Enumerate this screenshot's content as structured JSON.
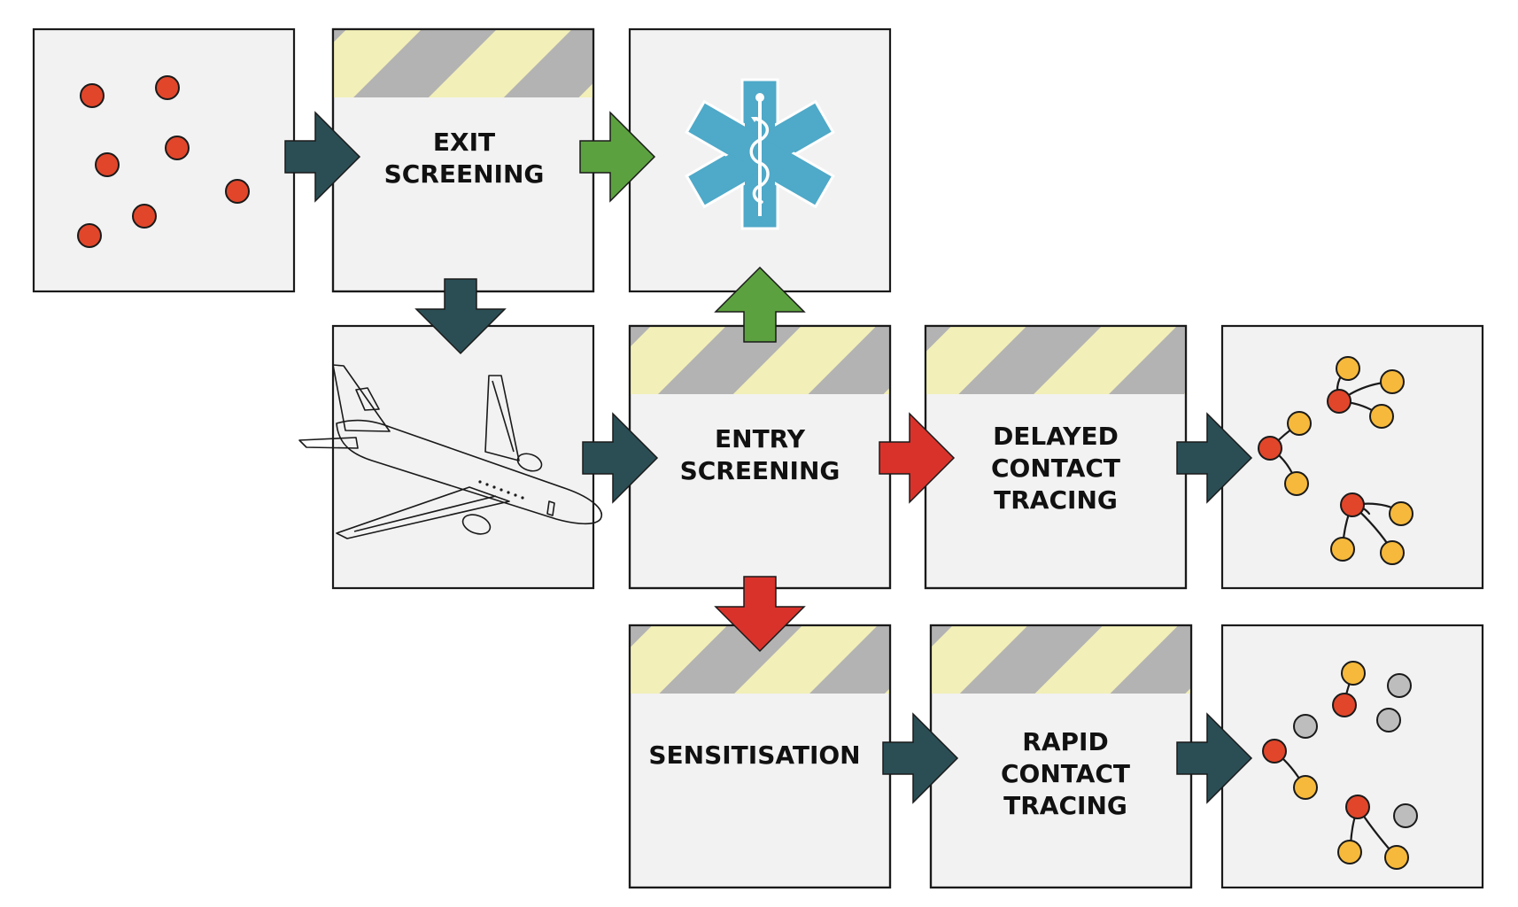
{
  "colors": {
    "box_fill": "#f2f2f2",
    "stripe_gray": "#b3b3b3",
    "stripe_yellow": "#f2efb8",
    "case_red": "#e1462a",
    "contact_yellow": "#f6b93b",
    "contact_gray": "#bdbdbd",
    "arrow_teal": "#2b4e55",
    "arrow_green": "#5ca13f",
    "arrow_red": "#d9322b",
    "medical_blue": "#4fa9c8"
  },
  "boxes": {
    "exit_screening": {
      "label_lines": [
        "EXIT",
        "SCREENING"
      ]
    },
    "entry_screening": {
      "label_lines": [
        "ENTRY",
        "SCREENING"
      ]
    },
    "delayed_contact_tracing": {
      "label_lines": [
        "DELAYED",
        "CONTACT",
        "TRACING"
      ]
    },
    "sensitisation": {
      "label_lines": [
        "SENSITISATION"
      ]
    },
    "rapid_contact_tracing": {
      "label_lines": [
        "RAPID",
        "CONTACT",
        "TRACING"
      ]
    }
  },
  "icons": {
    "infected_cases": "red-dots-icon",
    "medical": "star-of-life-icon",
    "travel": "airplane-icon",
    "delayed_clusters": "contact-cluster-icon",
    "rapid_clusters": "contact-cluster-icon"
  }
}
